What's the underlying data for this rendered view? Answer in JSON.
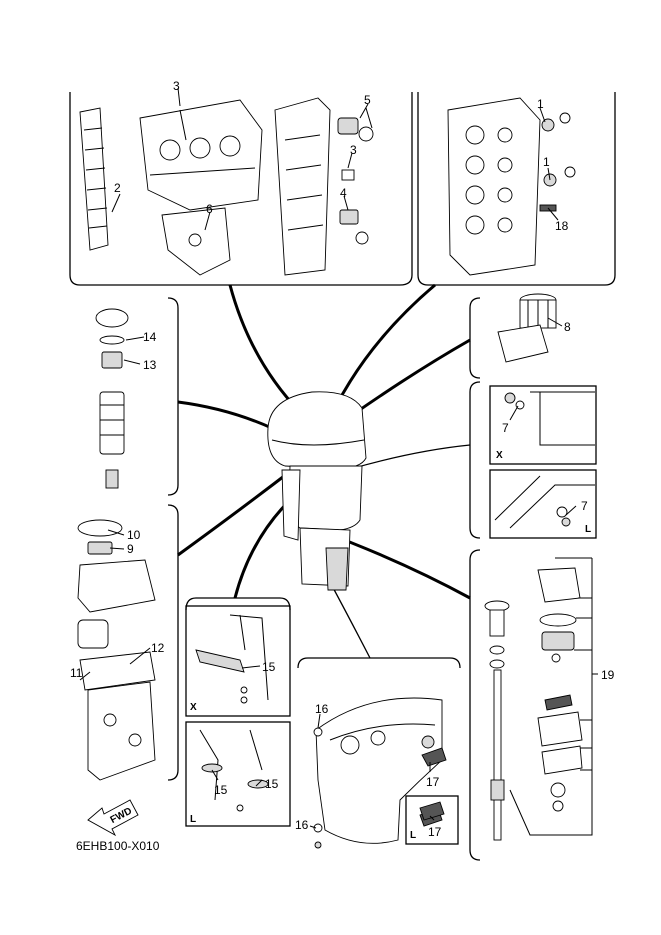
{
  "diagram_code": "6EHB100-X010",
  "fwd_label": "FWD",
  "callouts": {
    "c1a": "1",
    "c1b": "1",
    "c2": "2",
    "c3a": "3",
    "c3b": "3",
    "c4": "4",
    "c5": "5",
    "c6": "6",
    "c7a": "7",
    "c7b": "7",
    "c8": "8",
    "c9": "9",
    "c10": "10",
    "c11": "11",
    "c12": "12",
    "c13": "13",
    "c14": "14",
    "c15a": "15",
    "c15b": "15",
    "c15c": "15",
    "c16a": "16",
    "c16b": "16",
    "c17a": "17",
    "c17b": "17",
    "c18": "18",
    "c19": "19"
  },
  "view_tags": {
    "x_engine": "X",
    "l_engine": "L",
    "x_anode": "X",
    "l_anode": "L",
    "l_lower": "L"
  }
}
